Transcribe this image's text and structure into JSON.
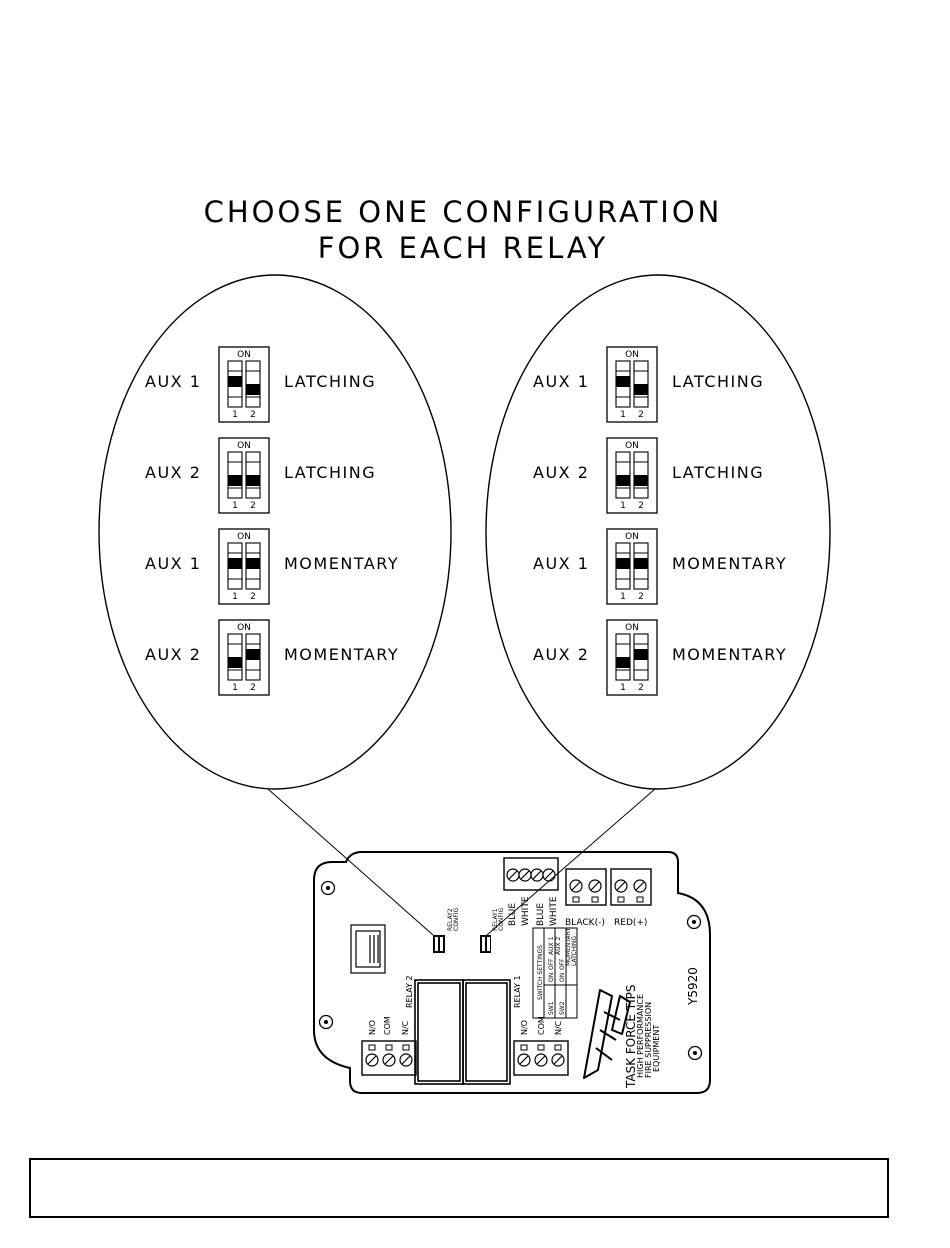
{
  "title": {
    "line1": "CHOOSE ONE CONFIGURATION",
    "line2": "FOR EACH RELAY"
  },
  "switch_on_label": "ON",
  "switch_numbers": [
    "1",
    "2"
  ],
  "configs": [
    {
      "aux": "AUX 1",
      "mode": "LATCHING",
      "sw1": "on",
      "sw2": "off"
    },
    {
      "aux": "AUX 2",
      "mode": "LATCHING",
      "sw1": "off",
      "sw2": "off"
    },
    {
      "aux": "AUX 1",
      "mode": "MOMENTARY",
      "sw1": "on",
      "sw2": "on"
    },
    {
      "aux": "AUX 2",
      "mode": "MOMENTARY",
      "sw1": "off",
      "sw2": "on"
    }
  ],
  "board": {
    "relay2_config": [
      "RELAY2",
      "CONFIG"
    ],
    "relay1_config": [
      "RELAY1",
      "CONFIG"
    ],
    "wires": [
      "BLUE",
      "WHITE",
      "BLUE",
      "WHITE"
    ],
    "power_labels": {
      "black": "BLACK(-)",
      "red": "RED(+)"
    },
    "relay2_label": "RELAY 2",
    "relay1_label": "RELAY 1",
    "terminals": [
      "N/O",
      "COM",
      "N/C"
    ],
    "settings_table": [
      "SWITCH SETTINGS",
      "SW1",
      "ON",
      "OFF",
      "AUX 1",
      "AUX 2",
      "SW2",
      "ON",
      "OFF",
      "MOMENTARY",
      "LATCHING"
    ],
    "brand": [
      "TASK FORCE TIPS",
      "HIGH PERFORMANCE",
      "FIRE SUPPRESSION",
      "EQUIPMENT"
    ],
    "part_number": "Y5920"
  }
}
